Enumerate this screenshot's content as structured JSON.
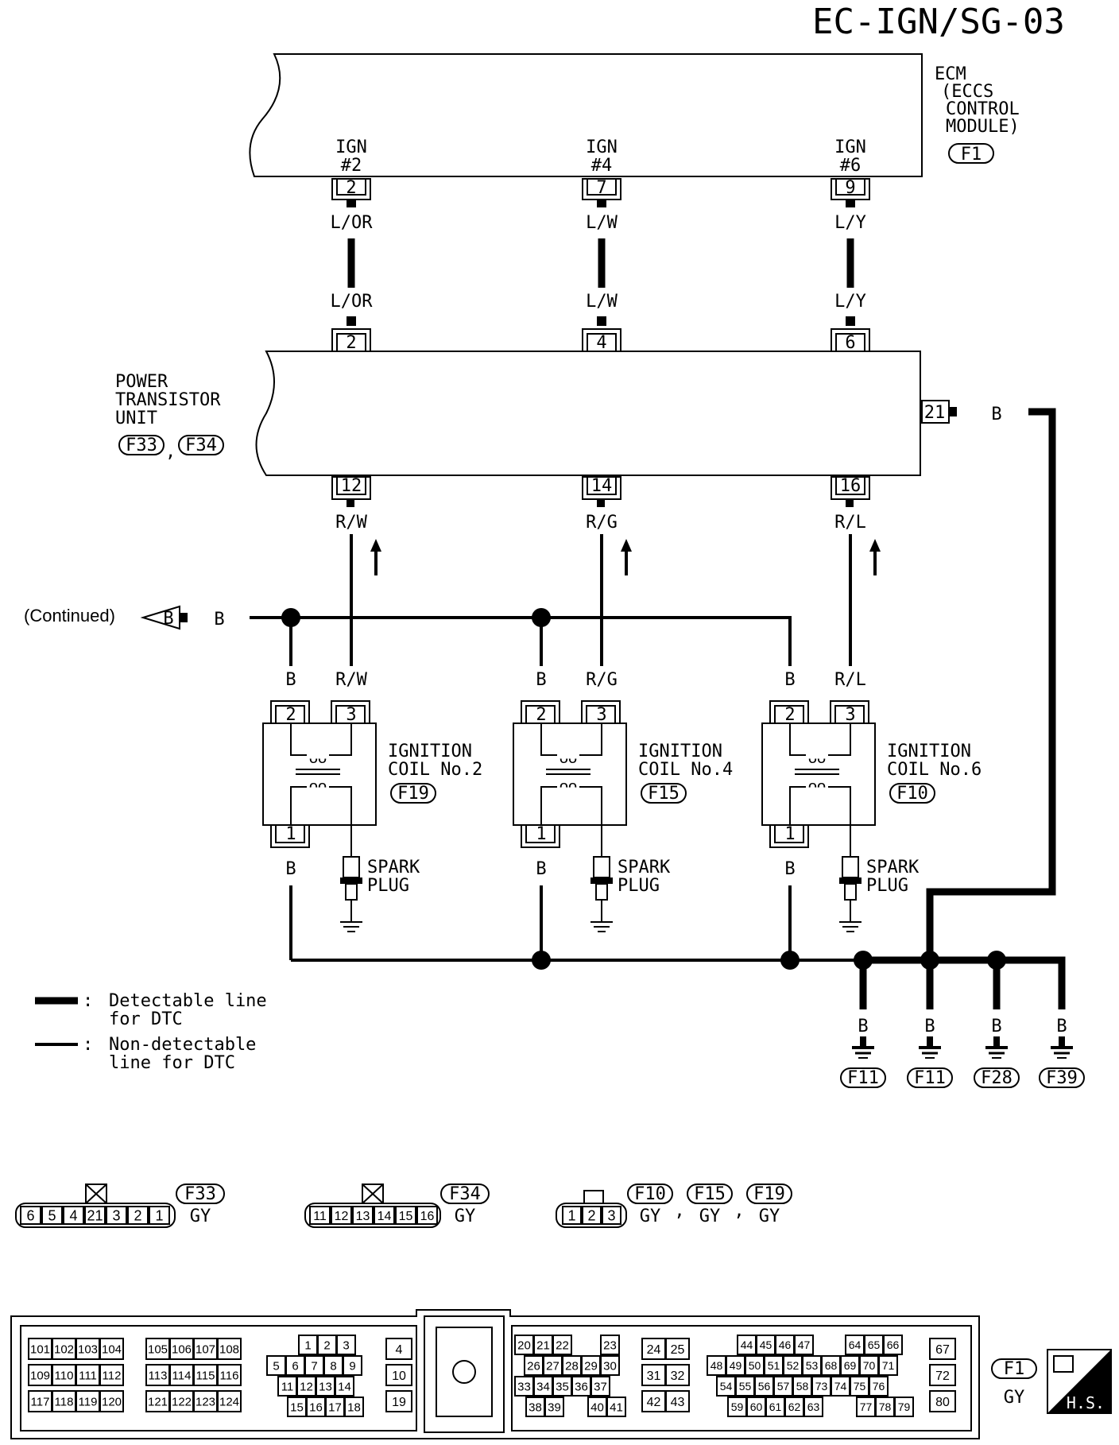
{
  "title": "EC-IGN/SG-03",
  "ecm": {
    "label": [
      "ECM",
      "(ECCS",
      "CONTROL",
      "MODULE)"
    ],
    "connector": "F1",
    "pins": [
      {
        "name_line1": "IGN",
        "name_line2": "#2",
        "pin": "2",
        "wire_top": "L/OR",
        "wire_bottom": "L/OR"
      },
      {
        "name_line1": "IGN",
        "name_line2": "#4",
        "pin": "7",
        "wire_top": "L/W",
        "wire_bottom": "L/W"
      },
      {
        "name_line1": "IGN",
        "name_line2": "#6",
        "pin": "9",
        "wire_top": "L/Y",
        "wire_bottom": "L/Y"
      }
    ]
  },
  "power_transistor": {
    "label": [
      "POWER",
      "TRANSISTOR",
      "UNIT"
    ],
    "connectors": [
      "F33",
      "F34"
    ],
    "input_pins": [
      "2",
      "4",
      "6"
    ],
    "output_pins": [
      "12",
      "14",
      "16"
    ],
    "output_wires": [
      "R/W",
      "R/G",
      "R/L"
    ],
    "ground_pin": "21",
    "ground_wire": "B"
  },
  "continued": {
    "text": "(Continued)",
    "tag": "B",
    "wire": "B"
  },
  "coils": [
    {
      "label_line1": "IGNITION",
      "label_line2": "COIL No.2",
      "connector": "F19",
      "pin_left": "2",
      "pin_right": "3",
      "pin_bottom": "1",
      "wire_left": "B",
      "wire_right": "R/W",
      "wire_bottom": "B"
    },
    {
      "label_line1": "IGNITION",
      "label_line2": "COIL No.4",
      "connector": "F15",
      "pin_left": "2",
      "pin_right": "3",
      "pin_bottom": "1",
      "wire_left": "B",
      "wire_right": "R/G",
      "wire_bottom": "B"
    },
    {
      "label_line1": "IGNITION",
      "label_line2": "COIL No.6",
      "connector": "F10",
      "pin_left": "2",
      "pin_right": "3",
      "pin_bottom": "1",
      "wire_left": "B",
      "wire_right": "R/L",
      "wire_bottom": "B"
    }
  ],
  "spark_plug": {
    "line1": "SPARK",
    "line2": "PLUG"
  },
  "grounds": [
    {
      "wire": "B",
      "connector": "F11"
    },
    {
      "wire": "B",
      "connector": "F11"
    },
    {
      "wire": "B",
      "connector": "F28"
    },
    {
      "wire": "B",
      "connector": "F39"
    }
  ],
  "legend": {
    "detectable_line1": "Detectable line",
    "detectable_line2": "for DTC",
    "nondetectable_line1": "Non-detectable",
    "nondetectable_line2": "line for DTC",
    "separator": ":"
  },
  "connector_views": {
    "f33": {
      "id": "F33",
      "pins": [
        "6",
        "5",
        "4",
        "21",
        "3",
        "2",
        "1"
      ],
      "color": "GY"
    },
    "f34": {
      "id": "F34",
      "pins": [
        "11",
        "12",
        "13",
        "14",
        "15",
        "16"
      ],
      "color": "GY"
    },
    "coil": {
      "ids": [
        "F10",
        "F15",
        "F19"
      ],
      "pins": [
        "1",
        "2",
        "3"
      ],
      "colors": [
        "GY",
        "GY",
        "GY"
      ],
      "separator": ","
    }
  },
  "ecm_connector": {
    "id": "F1",
    "color": "GY",
    "badge": "H.S.",
    "group_a": [
      [
        "101",
        "102",
        "103",
        "104"
      ],
      [
        "109",
        "110",
        "111",
        "112"
      ],
      [
        "117",
        "118",
        "119",
        "120"
      ]
    ],
    "group_b": [
      [
        "105",
        "106",
        "107",
        "108"
      ],
      [
        "113",
        "114",
        "115",
        "116"
      ],
      [
        "121",
        "122",
        "123",
        "124"
      ]
    ],
    "group_c": [
      [
        "1",
        "2",
        "3"
      ],
      [
        "5",
        "6",
        "7",
        "8",
        "9"
      ],
      [
        "11",
        "12",
        "13",
        "14"
      ],
      [
        "15",
        "16",
        "17",
        "18"
      ]
    ],
    "group_d": [
      "4",
      "10",
      "19"
    ],
    "group_e": [
      [
        "20",
        "21",
        "22",
        "23"
      ],
      [
        "26",
        "27",
        "28",
        "29",
        "30"
      ],
      [
        "33",
        "34",
        "35",
        "36",
        "37"
      ],
      [
        "38",
        "39",
        "40",
        "41"
      ]
    ],
    "group_f": [
      [
        "24",
        "25"
      ],
      [
        "31",
        "32"
      ],
      [
        "42",
        "43"
      ]
    ],
    "group_g": [
      [
        "44",
        "45",
        "46",
        "47",
        "64",
        "65",
        "66"
      ],
      [
        "48",
        "49",
        "50",
        "51",
        "52",
        "53",
        "68",
        "69",
        "70",
        "71"
      ],
      [
        "54",
        "55",
        "56",
        "57",
        "58",
        "73",
        "74",
        "75",
        "76"
      ],
      [
        "59",
        "60",
        "61",
        "62",
        "63",
        "77",
        "78",
        "79"
      ]
    ],
    "group_h": [
      "67",
      "72",
      "80"
    ]
  }
}
